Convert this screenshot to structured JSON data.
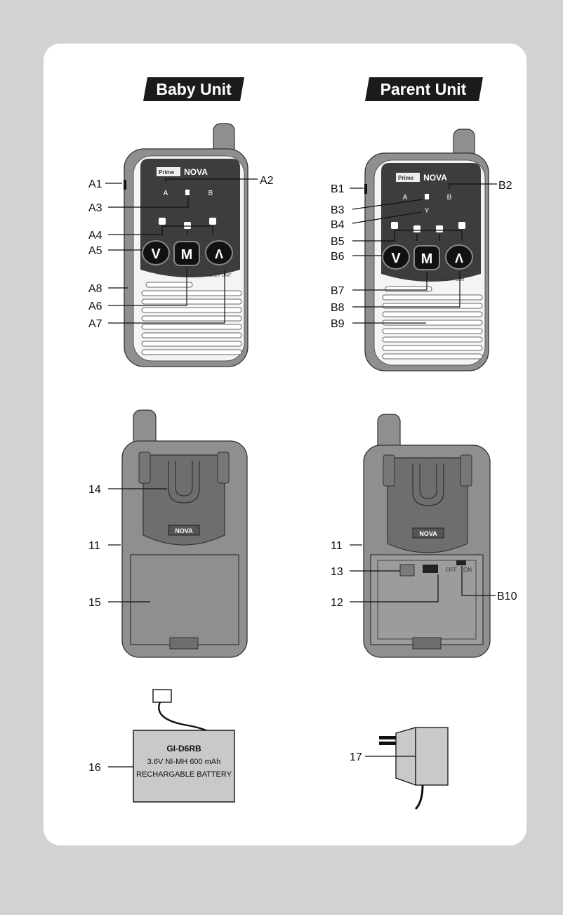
{
  "titles": {
    "baby": "Baby Unit",
    "parent": "Parent Unit"
  },
  "logo": {
    "prime": "Prime",
    "nova": "NOVA"
  },
  "baby_unit": {
    "led_a": "A",
    "led_b": "B",
    "btn_down": "V",
    "btn_menu": "M",
    "btn_up": "Λ",
    "unit_label": "BABY UNIT",
    "labels": {
      "a1": "A1",
      "a2": "A2",
      "a3": "A3",
      "a4": "A4",
      "a5": "A5",
      "a6": "A6",
      "a7": "A7",
      "a8": "A8"
    }
  },
  "parent_unit": {
    "led_a": "A",
    "led_b": "B",
    "led_y": "Y",
    "btn_down": "V",
    "btn_menu": "M",
    "btn_up": "Λ",
    "unit_label": "PARENT UNIT",
    "labels": {
      "b1": "B1",
      "b2": "B2",
      "b3": "B3",
      "b4": "B4",
      "b5": "B5",
      "b6": "B6",
      "b7": "B7",
      "b8": "B8",
      "b9": "B9"
    }
  },
  "back_baby": {
    "logo": "NOVA",
    "labels": {
      "n14": "14",
      "n11": "11",
      "n15": "15"
    }
  },
  "back_parent": {
    "logo": "NOVA",
    "switch_off": "OFF",
    "switch_on": "ON",
    "labels": {
      "n11": "11",
      "n13": "13",
      "n12": "12",
      "b10": "B10"
    }
  },
  "battery": {
    "model": "GI-D6RB",
    "spec": "3.6V NI-MH 600 mAh",
    "type": "RECHARGABLE BATTERY",
    "label": "16"
  },
  "adapter": {
    "label": "17"
  },
  "colors": {
    "shell": "#8f8f8f",
    "face": "#3d3d3d",
    "panel": "#c9c9c9",
    "page": "#ffffff",
    "bg": "#d2d2d2"
  }
}
